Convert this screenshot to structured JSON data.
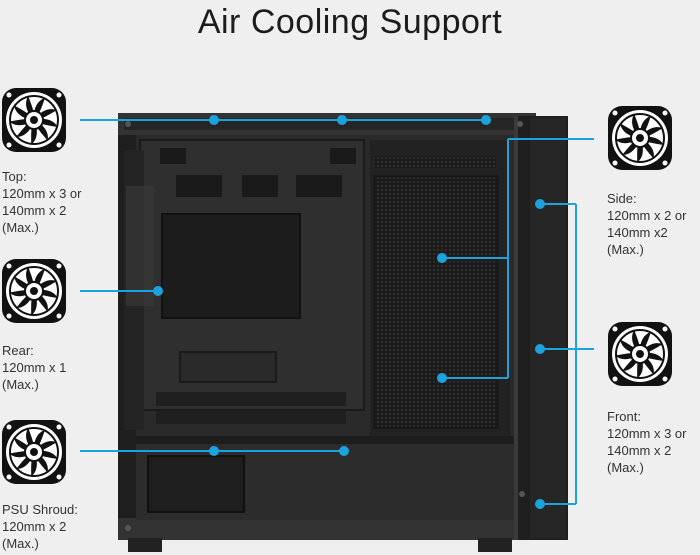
{
  "title": "Air Cooling Support",
  "labels": {
    "top": "Top:\n120mm x 3 or\n140mm x 2\n(Max.)",
    "rear": "Rear:\n120mm x 1\n(Max.)",
    "psu": "PSU Shroud:\n120mm x 2\n(Max.)",
    "side": "Side:\n120mm x 2 or\n140mm x2\n(Max.)",
    "front": "Front:\n120mm x 3 or\n140mm x 2\n(Max.)"
  },
  "icons": {
    "fan": "fan-icon"
  },
  "colors": {
    "accent": "#1aa3dd",
    "case": "#262626",
    "background": "#efefef"
  }
}
